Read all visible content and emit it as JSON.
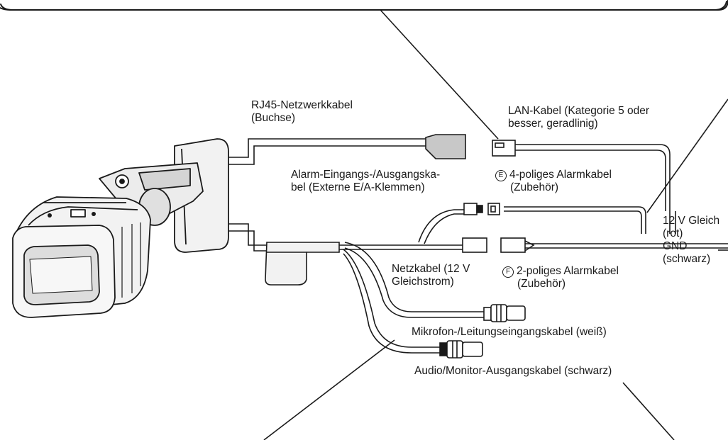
{
  "labels": {
    "rj45": [
      "RJ45-Netzwerkkabel",
      "(Buchse)"
    ],
    "lan": [
      "LAN-Kabel (Kategorie 5 oder",
      "besser, geradlinig)"
    ],
    "alarm_io": [
      "Alarm-Eingangs-/Ausgangska-",
      "bel (Externe E/A-Klemmen)"
    ],
    "alarm4": {
      "marker": "E",
      "lines": [
        "4-poliges Alarmkabel",
        "(Zubehör)"
      ]
    },
    "power12": [
      "12 V Gleich",
      "(rot)",
      "GND",
      "(schwarz)"
    ],
    "netzkabel": [
      "Netzkabel (12 V",
      "Gleichstrom)"
    ],
    "alarm2": {
      "marker": "F",
      "lines": [
        "2-poliges Alarmkabel",
        "(Zubehör)"
      ]
    },
    "mic": "Mikrofon-/Leitungseingangskabel (weiß)",
    "audio_out": "Audio/Monitor-Ausgangskabel (schwarz)"
  },
  "colors": {
    "line": "#1a1a1a",
    "connector_fill": "#c8c8c8",
    "camera_fill": "#f2f2f2",
    "camera_shade": "#d4d4d4"
  }
}
